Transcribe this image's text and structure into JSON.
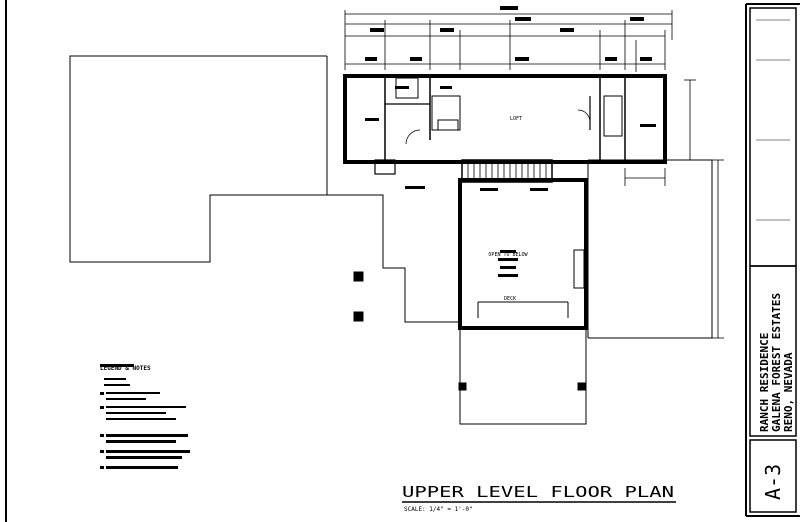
{
  "drawing": {
    "title": "UPPER LEVEL FLOOR PLAN",
    "scale_note": "SCALE: 1/4\" = 1'-0\"",
    "sheet_number": "A-3",
    "title_block": {
      "line1": "RANCH RESIDENCE",
      "line2": "GALENA FOREST ESTATES",
      "line3": "RENO, NEVADA"
    },
    "room_labels": {
      "loft": "LOFT",
      "open_to_below": "OPEN TO BELOW",
      "deck": "DECK"
    },
    "legend_title": "LEGEND & NOTES"
  }
}
